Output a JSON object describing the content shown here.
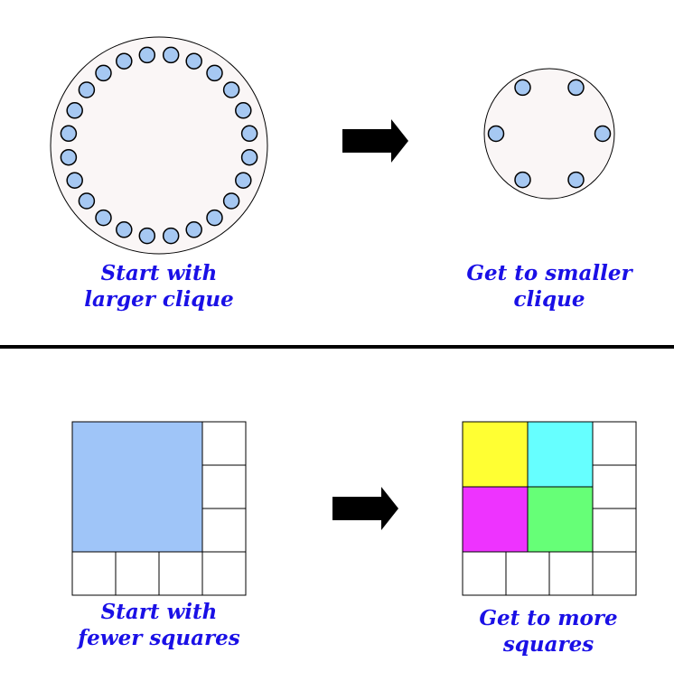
{
  "top": {
    "left_caption": [
      "Start with",
      "larger clique"
    ],
    "right_caption": [
      "Get to smaller",
      "clique"
    ],
    "left_node_count": 24,
    "right_node_count": 6
  },
  "bottom": {
    "left_caption": [
      "Start with",
      "fewer squares"
    ],
    "right_caption": [
      "Get to more",
      "squares"
    ]
  },
  "colors": {
    "caption": "#1a10e6",
    "clique_fill": "#faf6f6",
    "node_fill": "#a6c8f2",
    "big_square": "#9fc5f8",
    "yellow": "#ffff33",
    "cyan": "#66ffff",
    "magenta": "#ee33ff",
    "green": "#66ff77",
    "arrow": "#000000",
    "divider": "#000000"
  }
}
